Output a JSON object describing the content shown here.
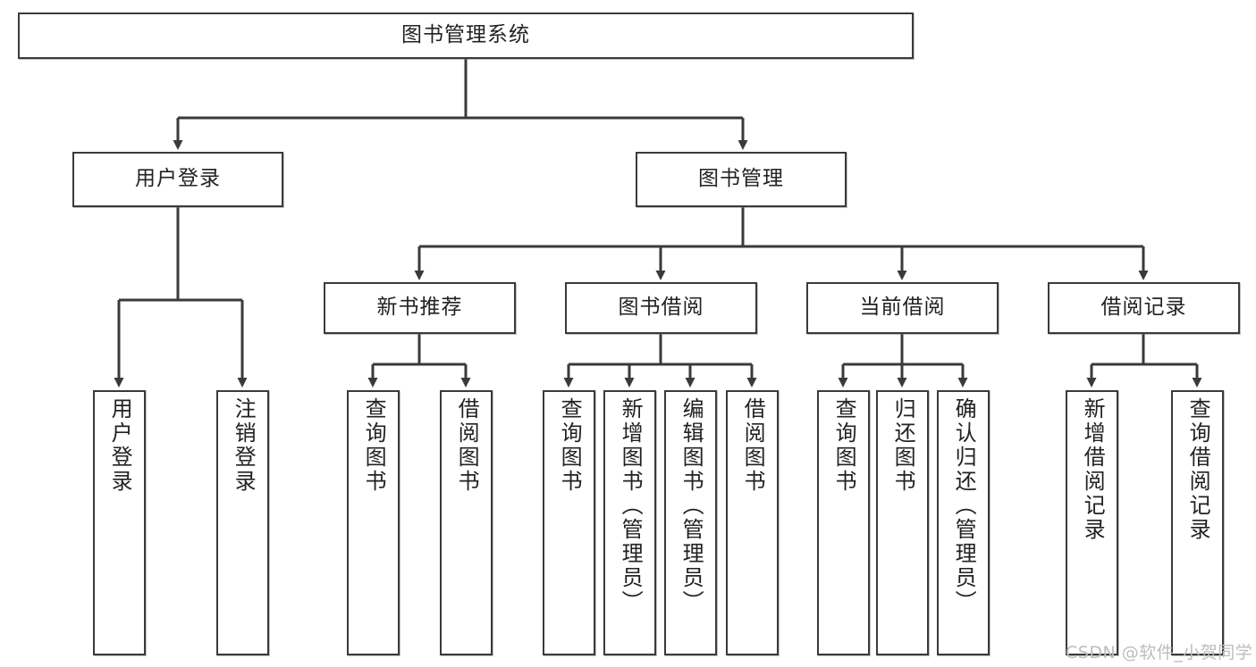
{
  "diagram": {
    "title": "图书管理系统",
    "type": "tree",
    "watermark": "CSDN @软件_小贺同学",
    "colors": {
      "box_border": "#3a3a3a",
      "box_fill": "#ffffff",
      "edge": "#3a3a3a",
      "text": "#222222",
      "watermark": "#bdbdbd"
    },
    "nodes": {
      "root": {
        "label": "图书管理系统"
      },
      "level2": [
        {
          "id": "user-login",
          "label": "用户登录"
        },
        {
          "id": "book-manage",
          "label": "图书管理"
        }
      ],
      "level3": [
        {
          "id": "new-book-recommend",
          "label": "新书推荐"
        },
        {
          "id": "book-borrow",
          "label": "图书借阅"
        },
        {
          "id": "current-borrow",
          "label": "当前借阅"
        },
        {
          "id": "borrow-record",
          "label": "借阅记录"
        }
      ],
      "leaves": {
        "user-login": [
          {
            "id": "leaf-user-login",
            "label": "用户登录"
          },
          {
            "id": "leaf-logout",
            "label": "注销登录"
          }
        ],
        "new-book-recommend": [
          {
            "id": "leaf-query-book-1",
            "label": "查询图书"
          },
          {
            "id": "leaf-borrow-book-1",
            "label": "借阅图书"
          }
        ],
        "book-borrow": [
          {
            "id": "leaf-query-book-2",
            "label": "查询图书"
          },
          {
            "id": "leaf-add-book",
            "label": "新增图书（管理员）"
          },
          {
            "id": "leaf-edit-book",
            "label": "编辑图书（管理员）"
          },
          {
            "id": "leaf-borrow-book-2",
            "label": "借阅图书"
          }
        ],
        "current-borrow": [
          {
            "id": "leaf-query-book-3",
            "label": "查询图书"
          },
          {
            "id": "leaf-return-book",
            "label": "归还图书"
          },
          {
            "id": "leaf-confirm-return",
            "label": "确认归还（管理员）"
          }
        ],
        "borrow-record": [
          {
            "id": "leaf-add-record",
            "label": "新增借阅记录"
          },
          {
            "id": "leaf-query-record",
            "label": "查询借阅记录"
          }
        ]
      }
    }
  }
}
